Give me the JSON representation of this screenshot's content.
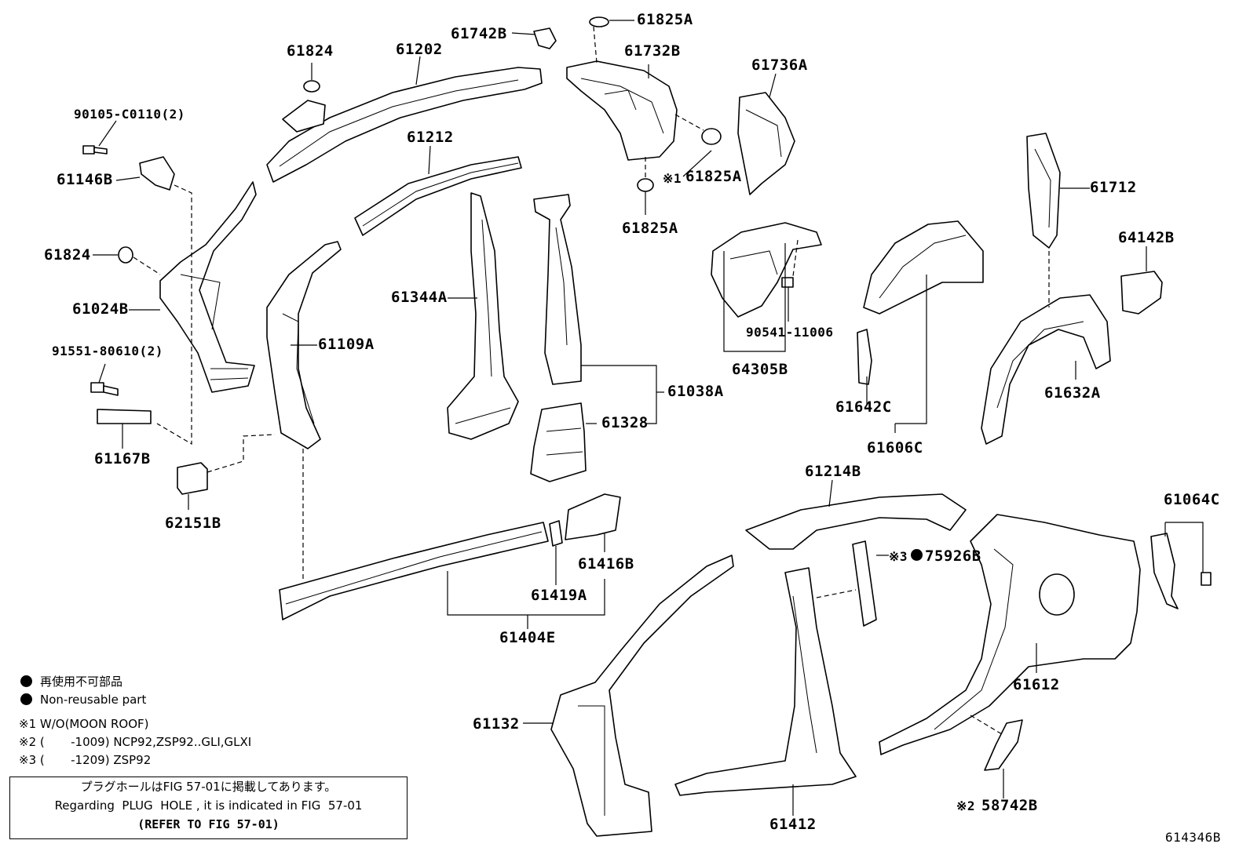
{
  "diagram": {
    "figure_number": "614346B",
    "labels": {
      "p61824_top": "61824",
      "p61202": "61202",
      "p61742B": "61742B",
      "p61825A_top": "61825A",
      "p61732B": "61732B",
      "p61736A": "61736A",
      "p90105": "90105-C0110(2)",
      "p61146B": "61146B",
      "p61212": "61212",
      "p61825A_mid": "61825A",
      "p61825A_mid_mark": "※1",
      "p61825A_low": "61825A",
      "p61712": "61712",
      "p61824_left": "61824",
      "p64142B": "64142B",
      "p61024B": "61024B",
      "p61344A": "61344A",
      "p90541": "90541-11006",
      "p61109A": "61109A",
      "p91551": "91551-80610(2)",
      "p64305B": "64305B",
      "p61038A": "61038A",
      "p61632A": "61632A",
      "p61642C": "61642C",
      "p61328": "61328",
      "p61167B": "61167B",
      "p61606C": "61606C",
      "p62151B": "62151B",
      "p61214B": "61214B",
      "p61064C": "61064C",
      "p75926B": "75926B",
      "p75926B_mark": "※3",
      "p61416B": "61416B",
      "p61419A": "61419A",
      "p61404E": "61404E",
      "p61612": "61612",
      "p61132": "61132",
      "p61412": "61412",
      "p58742B": "58742B",
      "p58742B_mark": "※2"
    },
    "legend": {
      "non_reusable_jp": "再使用不可部品",
      "non_reusable_en": "Non-reusable part",
      "note1": "※1 W/O(MOON ROOF)",
      "note2": "※2 (       -1009) NCP92,ZSP92..GLI,GLXI",
      "note3": "※3 (       -1209) ZSP92"
    },
    "notice": {
      "line_jp": "プラグホールはFIG 57-01に掲載してあります。",
      "line_en": "Regarding  PLUG  HOLE , it is indicated in FIG  57-01",
      "line_ref": "(REFER TO FIG 57-01)"
    }
  }
}
